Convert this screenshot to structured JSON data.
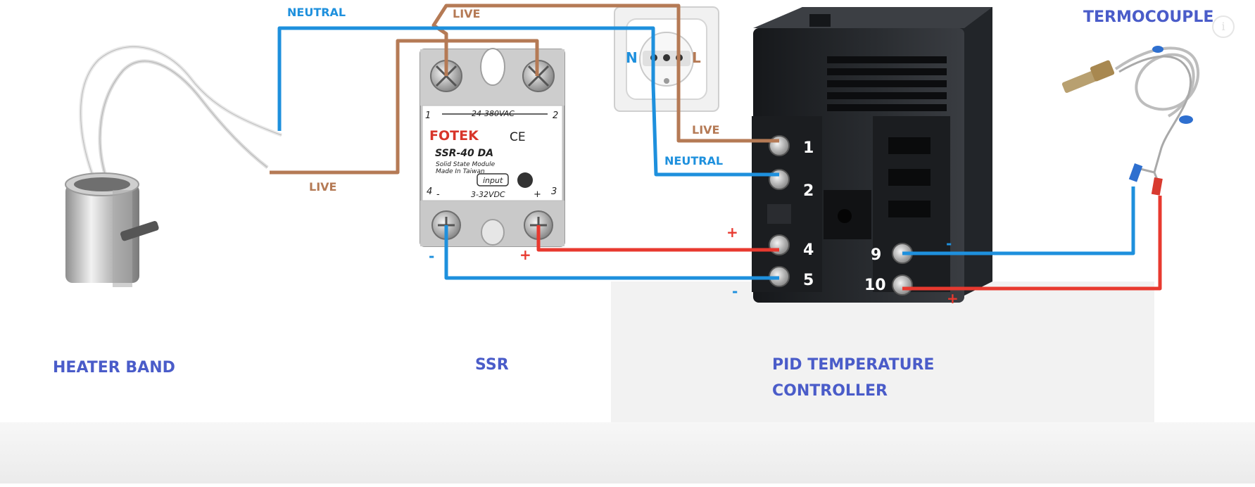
{
  "diagram": {
    "titles": {
      "heater": "HEATER BAND",
      "ssr": "SSR",
      "pid_line1": "PID TEMPERATURE",
      "pid_line2": "CONTROLLER",
      "thermocouple": "TERMOCOUPLE"
    },
    "wire_labels": {
      "neutral_top": "NEUTRAL",
      "live_top": "LIVE",
      "live_heater": "LIVE",
      "live_pid": "LIVE",
      "neutral_pid": "NEUTRAL"
    },
    "socket": {
      "n": "N",
      "l": "L"
    },
    "ssr_face": {
      "brand": "FOTEK",
      "model": "SSR-40 DA",
      "line1": "Solid State Module",
      "line2": "Made In Taiwan",
      "ac_range": "24-380VAC",
      "input": "input",
      "dc_range": "3-32VDC",
      "ce": "CE",
      "t1": "1",
      "t2": "2",
      "t3": "3",
      "t4": "4",
      "minus": "-",
      "plus": "+"
    },
    "ssr_signs": {
      "minus": "-",
      "plus": "+"
    },
    "pid_terminals": {
      "t1": "1",
      "t2": "2",
      "t4": "4",
      "t5": "5",
      "t9": "9",
      "t10": "10"
    },
    "pid_signs": {
      "plus_left": "+",
      "minus_left": "-",
      "minus_right": "-",
      "plus_right": "+"
    },
    "info_icon": "i",
    "colors": {
      "neutral": "#1e90dd",
      "live": "#b57a55",
      "signal_pos": "#e8392f",
      "signal_neg": "#1e90dd",
      "title": "#4a5cc9"
    }
  }
}
